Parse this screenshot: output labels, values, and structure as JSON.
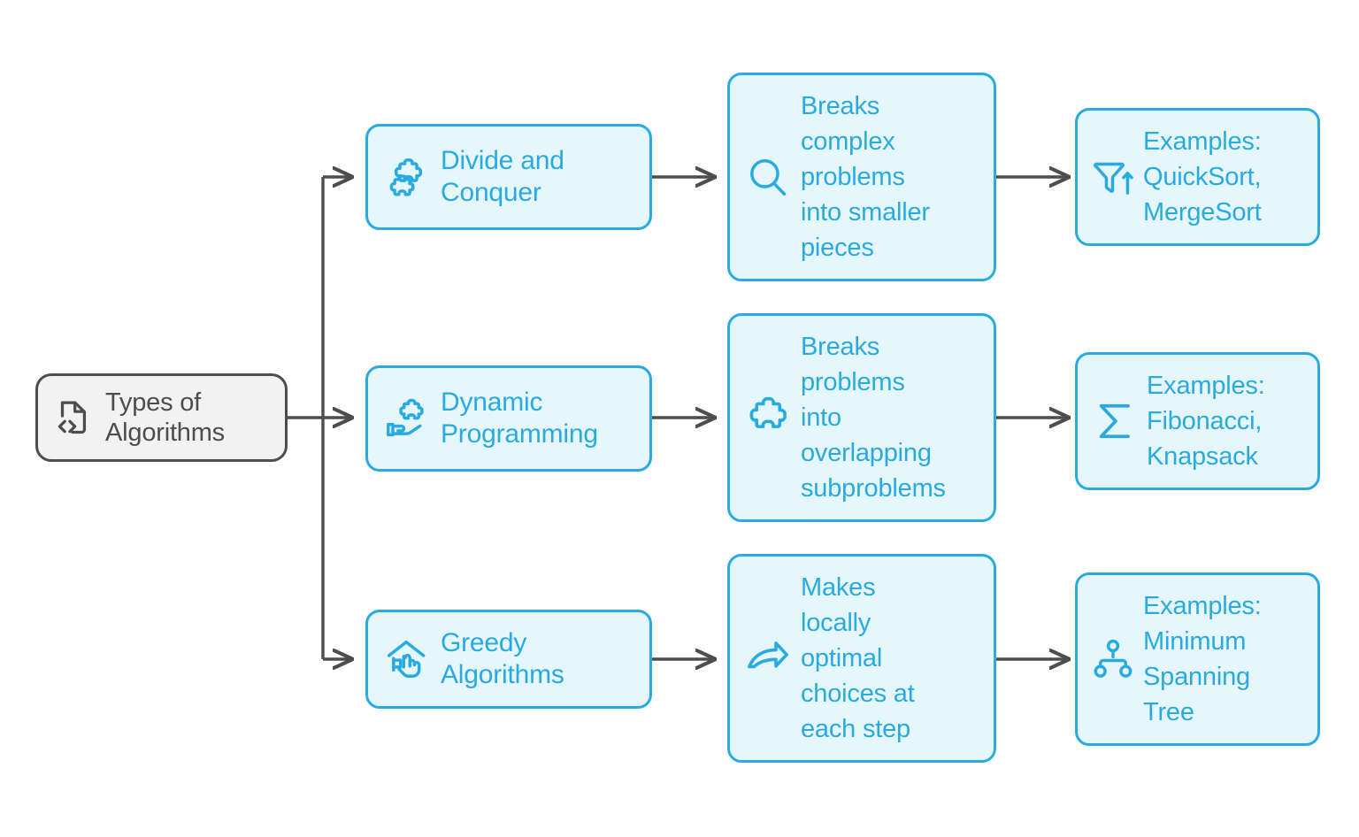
{
  "diagram": {
    "title": "Types of Algorithms flowchart",
    "colors": {
      "node_fill": "#e6f6fd",
      "node_border": "#29abe2",
      "node_text": "#29abe2",
      "root_fill": "#f2f2f2",
      "root_border": "#4d4d4d",
      "root_text": "#4d4d4d",
      "connector": "#4d4d4d",
      "background": "#ffffff"
    },
    "root": {
      "label": "Types of\nAlgorithms",
      "icon": "file-code-icon"
    },
    "branches": [
      {
        "category": {
          "label": "Divide and\nConquer",
          "icon": "puzzle-pieces-icon"
        },
        "description": {
          "label": "Breaks\ncomplex\nproblems\ninto smaller\npieces",
          "icon": "magnifying-glass-icon"
        },
        "examples": {
          "label": "Examples:\nQuickSort,\nMergeSort",
          "icon": "filter-sort-ascending-icon"
        }
      },
      {
        "category": {
          "label": "Dynamic\nProgramming",
          "icon": "hand-holding-puzzle-icon"
        },
        "description": {
          "label": "Breaks\nproblems\ninto\noverlapping\nsubproblems",
          "icon": "puzzle-piece-icon"
        },
        "examples": {
          "label": "Examples:\nFibonacci,\nKnapsack",
          "icon": "sigma-sum-icon"
        }
      },
      {
        "category": {
          "label": "Greedy\nAlgorithms",
          "icon": "house-hand-select-icon"
        },
        "description": {
          "label": "Makes\nlocally\noptimal\nchoices at\neach step",
          "icon": "curved-arrow-icon"
        },
        "examples": {
          "label": "Examples:\nMinimum\nSpanning\nTree",
          "icon": "tree-hierarchy-icon"
        }
      }
    ]
  }
}
